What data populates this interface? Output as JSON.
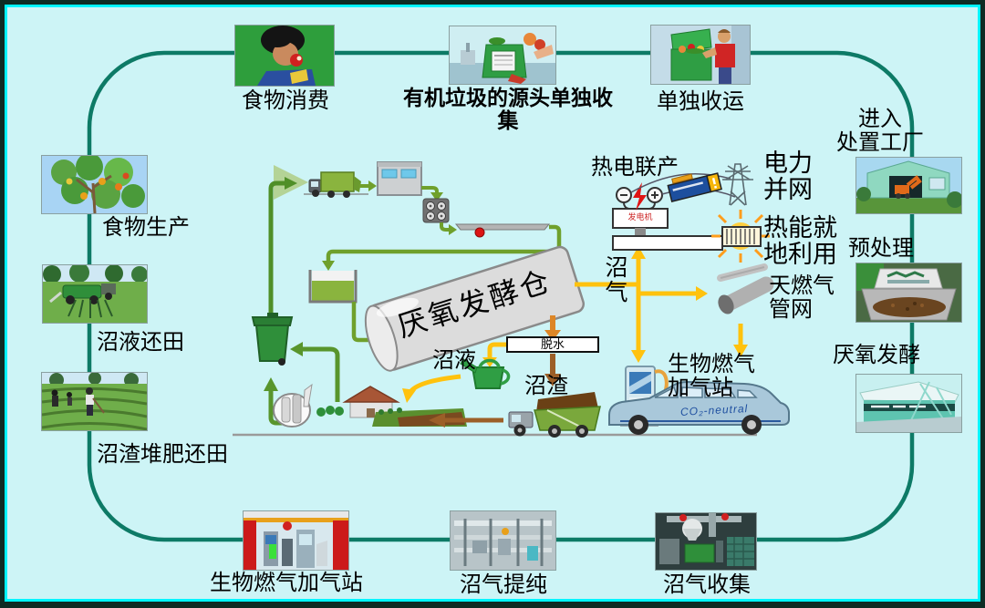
{
  "slide": {
    "background": "#cdf4f6",
    "outer_frame_color": "#0e2c24",
    "inner_border_color": "#00f5ff",
    "cycle_line_color": "#0d7a66"
  },
  "colors": {
    "flow_green": "#6fa02c",
    "flow_yellow": "#ffc20e",
    "flow_orange": "#dd8626",
    "flow_brown": "#9c5f28",
    "digester_fill": "#dcdcdc"
  },
  "labels": {
    "food_consumption": "食物消费",
    "source_collection": "有机垃圾的源头单独收集",
    "separate_transport": "单独收运",
    "enter_plant": "进入\n处置工厂",
    "pretreatment": "预处理",
    "anaerobic_fermentation": "厌氧发酵",
    "food_production": "食物生产",
    "slurry_to_field": "沼液还田",
    "residue_compost_to_field": "沼渣堆肥还田",
    "biogas_station_bottom": "生物燃气加气站",
    "biogas_purification": "沼气提纯",
    "biogas_collection": "沼气收集"
  },
  "diagram": {
    "digester": "厌氧发酵仓",
    "chp": "热电联产",
    "generator": "发电机",
    "power_grid": "电力\n并网",
    "heat_local_use": "热能就\n地利用",
    "biogas": "沼\n气",
    "gas_network": "天燃气\n管网",
    "biogas_station": "生物燃气\n加气站",
    "dewatering": "脱水",
    "slurry": "沼液",
    "residue": "沼渣",
    "car_text": "CO₂-neutral"
  },
  "icons": [
    "collection-truck-icon",
    "sorting-plant-icon",
    "pulper-rollers-icon",
    "conveyor-icon",
    "receiving-tank-icon",
    "digester-cylinder-icon",
    "green-bin-icon",
    "slurry-tanker-icon",
    "farm-house-icon",
    "field-icon",
    "watering-can-icon",
    "dump-truck-icon",
    "generator-icon",
    "lightning-icon",
    "battery-icon",
    "power-tower-icon",
    "radiator-icon",
    "gas-pipe-icon",
    "gas-pump-icon",
    "car-icon"
  ]
}
